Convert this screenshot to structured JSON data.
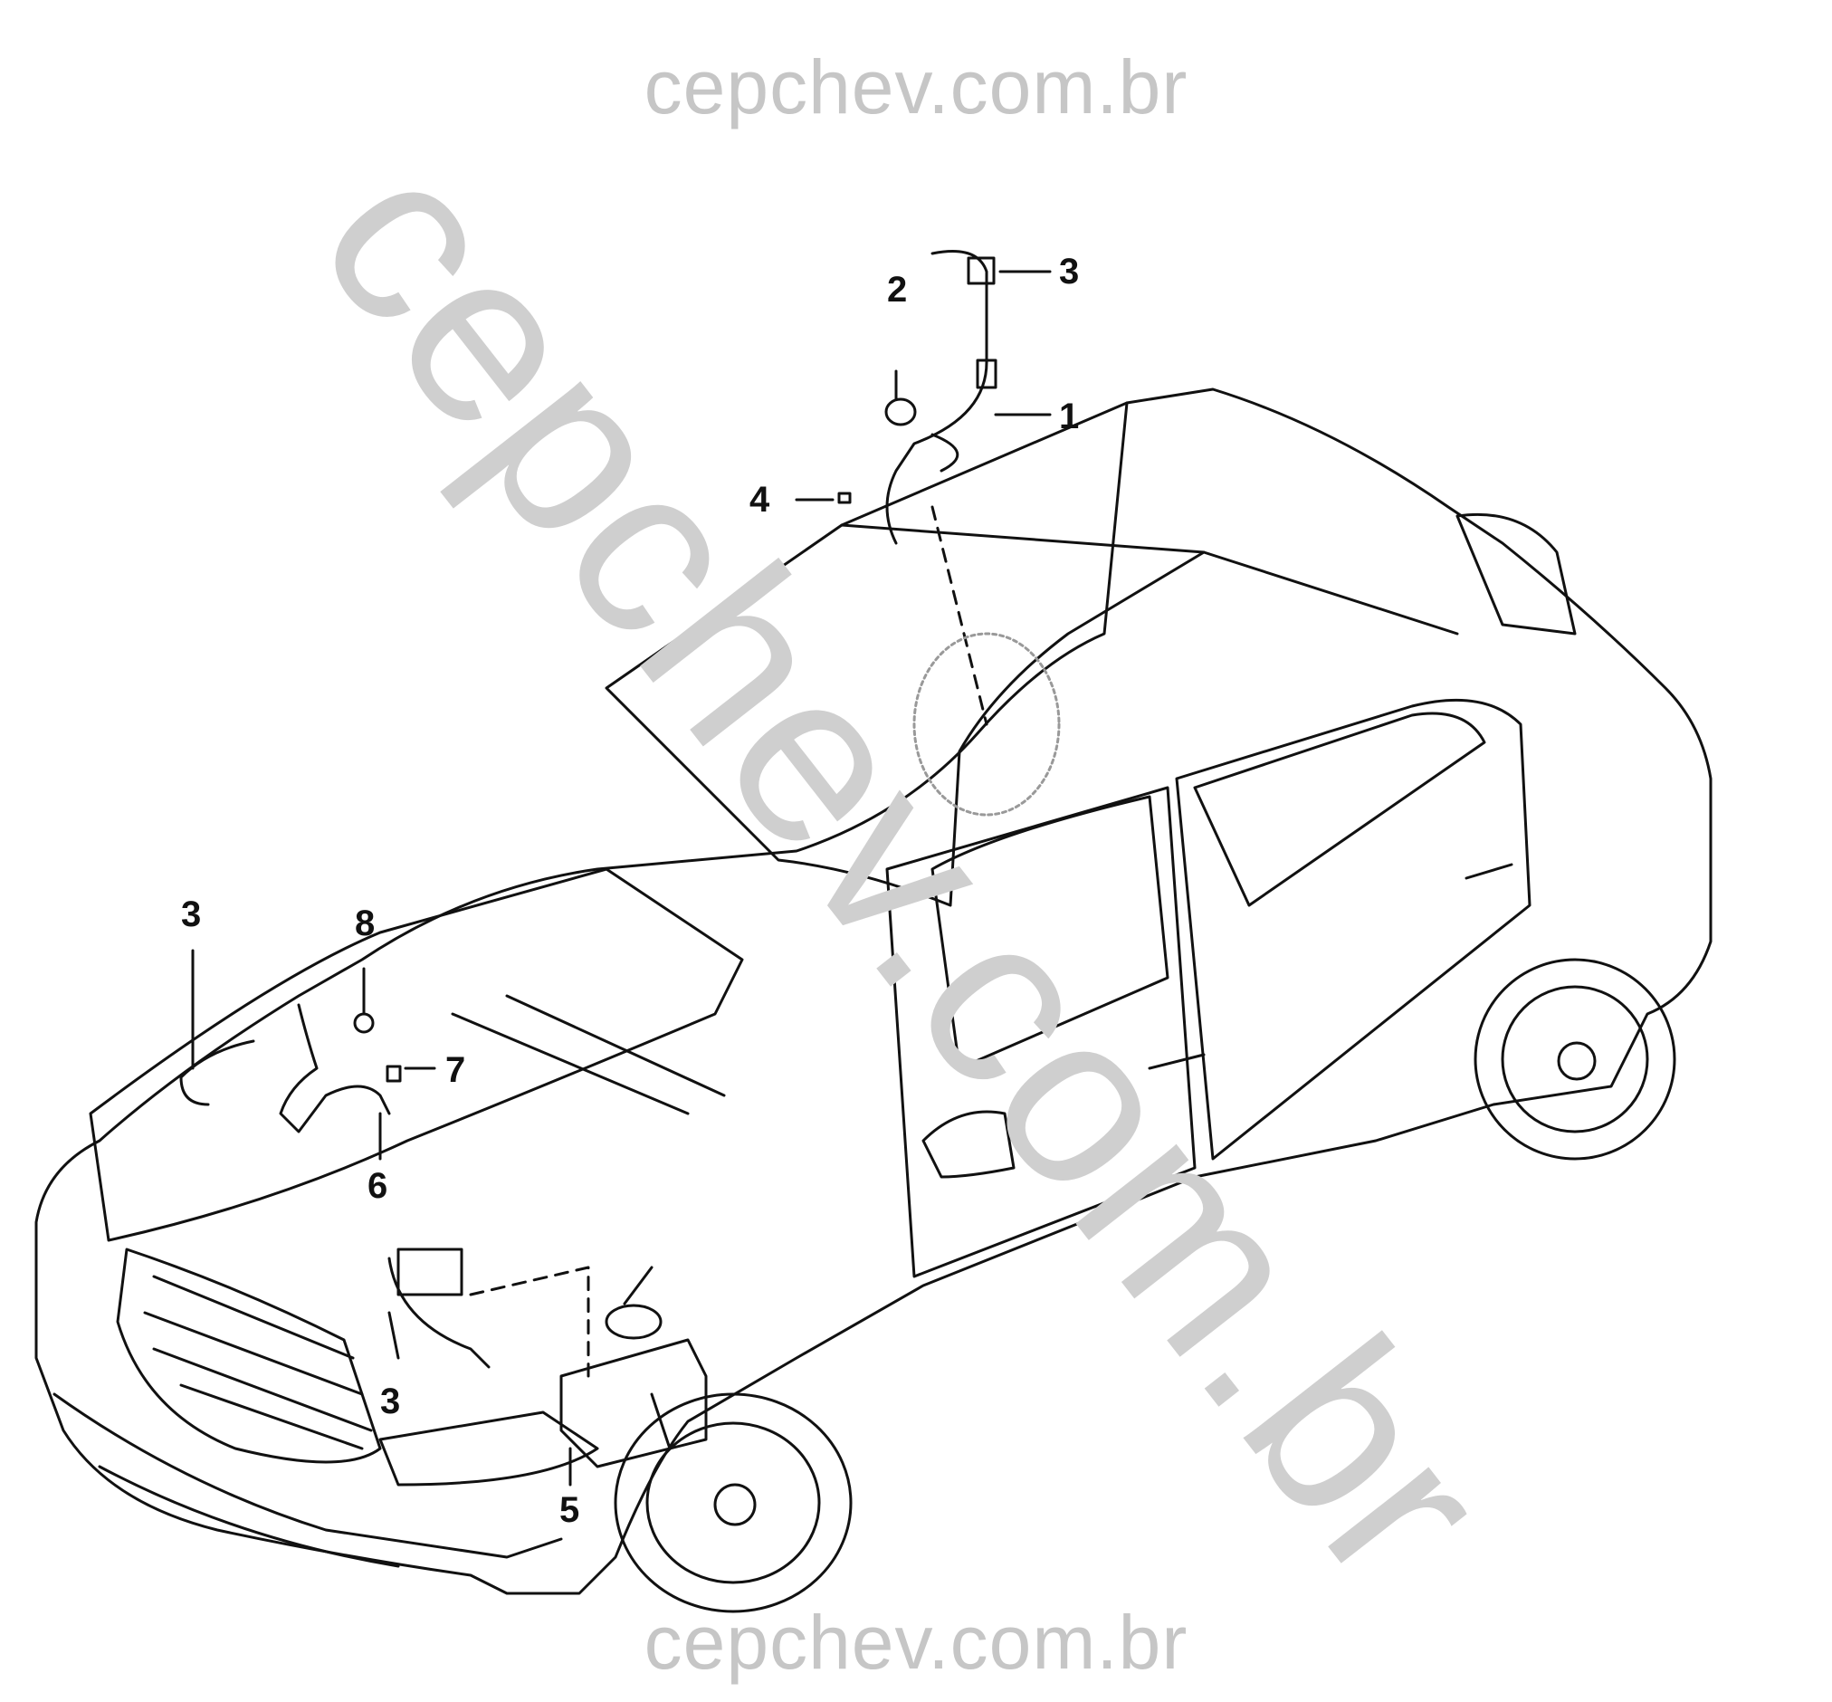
{
  "watermark": {
    "top": "cepchev.com.br",
    "diagonal": "cepchev.com.br",
    "bottom": "cepchev.com.br"
  },
  "callouts": [
    "1",
    "2",
    "3",
    "4",
    "5",
    "6",
    "7",
    "8",
    "3",
    "3"
  ],
  "colors": {
    "line": "#111111",
    "watermark": "#c6c6c6",
    "background": "#ffffff"
  }
}
